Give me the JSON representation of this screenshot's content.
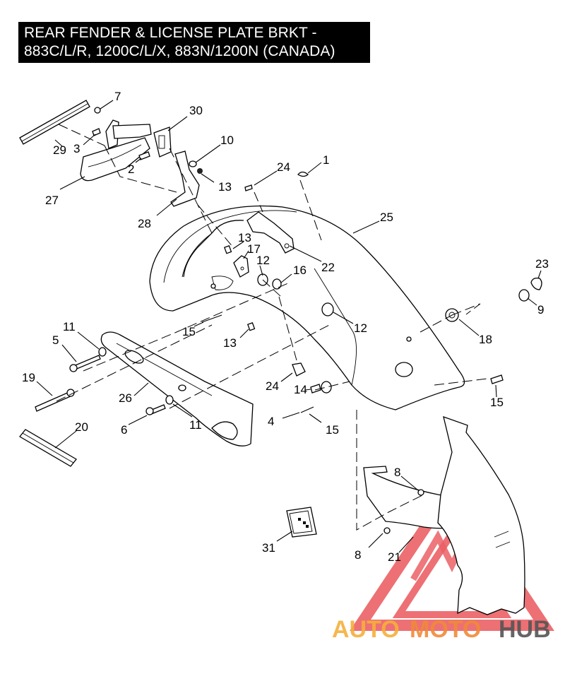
{
  "title": {
    "line1": "REAR FENDER & LICENSE PLATE BRKT -",
    "line2": "883C/L/R, 1200C/L/X, 883N/1200N (CANADA)"
  },
  "callouts": [
    {
      "id": "c7",
      "text": "7"
    },
    {
      "id": "c30",
      "text": "30"
    },
    {
      "id": "c3",
      "text": "3"
    },
    {
      "id": "c29",
      "text": "29"
    },
    {
      "id": "c2",
      "text": "2"
    },
    {
      "id": "c10",
      "text": "10"
    },
    {
      "id": "c24a",
      "text": "24"
    },
    {
      "id": "c1",
      "text": "1"
    },
    {
      "id": "c13a",
      "text": "13"
    },
    {
      "id": "c27",
      "text": "27"
    },
    {
      "id": "c28",
      "text": "28"
    },
    {
      "id": "c25",
      "text": "25"
    },
    {
      "id": "c13b",
      "text": "13"
    },
    {
      "id": "c17",
      "text": "17"
    },
    {
      "id": "c12a",
      "text": "12"
    },
    {
      "id": "c16",
      "text": "16"
    },
    {
      "id": "c22",
      "text": "22"
    },
    {
      "id": "c23",
      "text": "23"
    },
    {
      "id": "c9",
      "text": "9"
    },
    {
      "id": "c12b",
      "text": "12"
    },
    {
      "id": "c18",
      "text": "18"
    },
    {
      "id": "c11a",
      "text": "11"
    },
    {
      "id": "c15a",
      "text": "15"
    },
    {
      "id": "c13c",
      "text": "13"
    },
    {
      "id": "c5",
      "text": "5"
    },
    {
      "id": "c19",
      "text": "19"
    },
    {
      "id": "c26",
      "text": "26"
    },
    {
      "id": "c24b",
      "text": "24"
    },
    {
      "id": "c14",
      "text": "14"
    },
    {
      "id": "c15b",
      "text": "15"
    },
    {
      "id": "c4",
      "text": "4"
    },
    {
      "id": "c15c",
      "text": "15"
    },
    {
      "id": "c20",
      "text": "20"
    },
    {
      "id": "c6",
      "text": "6"
    },
    {
      "id": "c11b",
      "text": "11"
    },
    {
      "id": "c8a",
      "text": "8"
    },
    {
      "id": "c31",
      "text": "31"
    },
    {
      "id": "c8b",
      "text": "8"
    },
    {
      "id": "c21",
      "text": "21"
    }
  ],
  "watermark": {
    "brand_part1": "AUTO",
    "brand_part2": "MOTO",
    "brand_part3": "HUB",
    "colors": {
      "logo": "#e8454a",
      "auto": "#f5b03c",
      "moto": "#f08a3a",
      "hub": "#555555"
    }
  }
}
